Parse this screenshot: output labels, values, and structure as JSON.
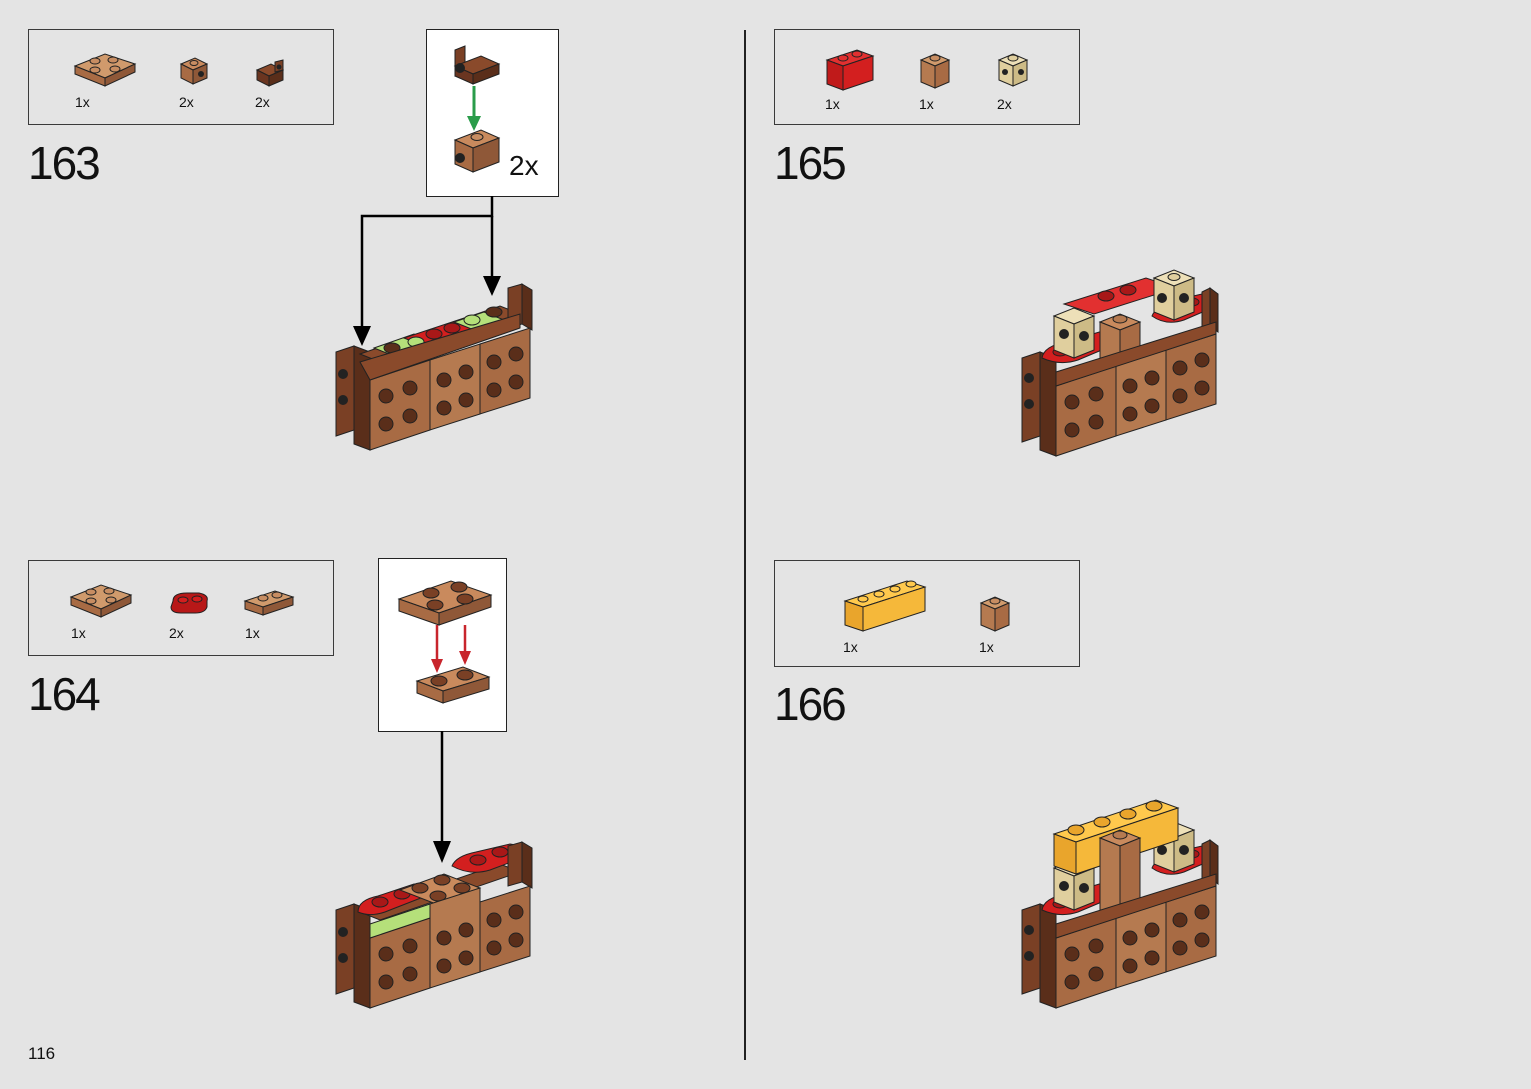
{
  "page_number": "116",
  "colors": {
    "reddish_brown": "#8a4a2b",
    "medium_nougat": "#b0744b",
    "light_nougat": "#c78d62",
    "dark_brown": "#5a2e1a",
    "bright_red": "#d31f1f",
    "lime_green": "#b5e07a",
    "tan": "#e0cf9e",
    "bright_yellow_orange": "#f5b83a",
    "arrow_black": "#000000",
    "arrow_green": "#2a9c4a",
    "arrow_red": "#c8252c"
  },
  "steps": [
    {
      "number": "163",
      "parts": [
        {
          "qty": "1x",
          "icon": "plate-2x2-nougat-icon"
        },
        {
          "qty": "2x",
          "icon": "bracket-1x1-nougat-icon"
        },
        {
          "qty": "2x",
          "icon": "bracket-1x1-brown-icon"
        }
      ],
      "callout_qty": "2x"
    },
    {
      "number": "164",
      "parts": [
        {
          "qty": "1x",
          "icon": "plate-2x2-nougat-icon"
        },
        {
          "qty": "2x",
          "icon": "plate-1x2-round-red-icon"
        },
        {
          "qty": "1x",
          "icon": "plate-1x2-nougat-icon"
        }
      ]
    },
    {
      "number": "165",
      "parts": [
        {
          "qty": "1x",
          "icon": "brick-1x2-red-icon"
        },
        {
          "qty": "1x",
          "icon": "brick-1x1-nougat-icon"
        },
        {
          "qty": "2x",
          "icon": "brick-1x1-studs-tan-icon"
        }
      ]
    },
    {
      "number": "166",
      "parts": [
        {
          "qty": "1x",
          "icon": "brick-1x4-yellow-icon"
        },
        {
          "qty": "1x",
          "icon": "brick-1x1-nougat-icon"
        }
      ]
    }
  ]
}
